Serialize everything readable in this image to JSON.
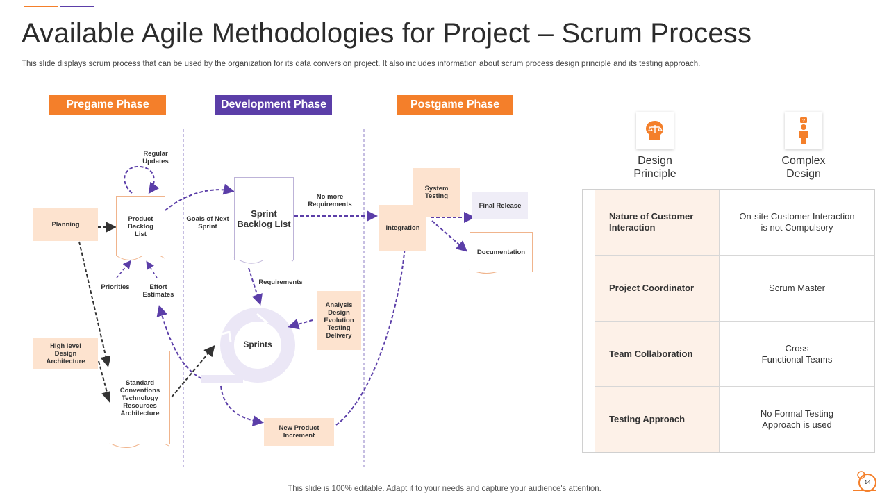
{
  "slide": {
    "title": "Available Agile Methodologies for Project – Scrum Process",
    "subtitle": "This slide displays scrum process that can be used by the organization for its data conversion project. It also includes information about scrum process design principle and its testing approach.",
    "footer": "This slide is 100% editable. Adapt it to your needs and capture your audience's attention.",
    "page_number": "14",
    "colors": {
      "orange": "#f47f2a",
      "purple": "#5b3ea8",
      "peach": "#fde3cf",
      "dark_arrow": "#333333"
    }
  },
  "phases": {
    "pregame": "Pregame Phase",
    "development": "Development Phase",
    "postgame": "Postgame Phase"
  },
  "diagram": {
    "planning": "Planning",
    "high_level": [
      "High level",
      "Design",
      "Architecture"
    ],
    "product_backlog": [
      "Product",
      "Backlog",
      "List"
    ],
    "regular_updates": [
      "Regular",
      "Updates"
    ],
    "priorities": "Priorities",
    "effort_estimates": [
      "Effort",
      "Estimates"
    ],
    "standard_conventions": [
      "Standard",
      "Conventions",
      "Technology",
      "Resources",
      "Architecture"
    ],
    "goals_next_sprint": [
      "Goals of Next",
      "Sprint"
    ],
    "sprint_backlog": [
      "Sprint",
      "Backlog List"
    ],
    "requirements": "Requirements",
    "sprints": "Sprints",
    "analysis": [
      "Analysis",
      "Design",
      "Evolution",
      "Testing",
      "Delivery"
    ],
    "new_product_increment": [
      "New Product",
      "Increment"
    ],
    "no_more_requirements": [
      "No more",
      "Requirements"
    ],
    "integration": "Integration",
    "system_testing": [
      "System",
      "Testing"
    ],
    "final_release": "Final Release",
    "documentation": "Documentation"
  },
  "comparison": {
    "icons": [
      "balance-head-icon",
      "person-question-icon"
    ],
    "headers": [
      [
        "Design",
        "Principle"
      ],
      [
        "Complex",
        "Design"
      ]
    ],
    "rows": [
      {
        "label": [
          "Nature of Customer",
          "Interaction"
        ],
        "value": [
          "On-site Customer Interaction",
          "is not Compulsory"
        ]
      },
      {
        "label": [
          "Project Coordinator"
        ],
        "value": [
          "Scrum Master"
        ]
      },
      {
        "label": [
          "Team Collaboration"
        ],
        "value": [
          "Cross",
          "Functional Teams"
        ]
      },
      {
        "label": [
          "Testing Approach"
        ],
        "value": [
          "No Formal Testing",
          "Approach is used"
        ]
      }
    ]
  }
}
